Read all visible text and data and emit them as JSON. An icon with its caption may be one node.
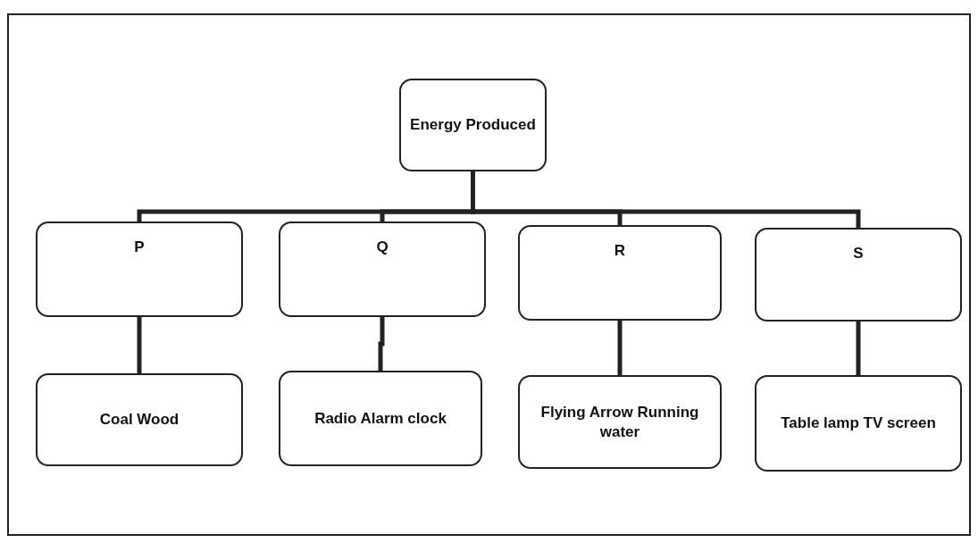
{
  "diagram": {
    "nodes": [
      {
        "text": [
          "Energy Produced"
        ]
      },
      {
        "text": [
          "P"
        ]
      },
      {
        "text": [
          "Q"
        ]
      },
      {
        "text": [
          "R"
        ]
      },
      {
        "text": [
          "S"
        ]
      },
      {
        "text": [
          "Coal Wood"
        ]
      },
      {
        "text": [
          "Radio Alarm clock"
        ]
      },
      {
        "text": [
          "Flying Arrow Running water"
        ]
      },
      {
        "text": [
          "Table lamp TV screen"
        ]
      }
    ],
    "edges": [
      {
        "from": 0,
        "to": 1,
        "arrow": "none"
      },
      {
        "from": 0,
        "to": 2,
        "arrow": "none"
      },
      {
        "from": 0,
        "to": 3,
        "arrow": "none"
      },
      {
        "from": 0,
        "to": 4,
        "arrow": "none"
      },
      {
        "from": 1,
        "to": 5,
        "arrow": "none"
      },
      {
        "from": 2,
        "to": 6,
        "arrow": "none"
      },
      {
        "from": 3,
        "to": 7,
        "arrow": "none"
      },
      {
        "from": 4,
        "to": 8,
        "arrow": "none"
      }
    ]
  }
}
